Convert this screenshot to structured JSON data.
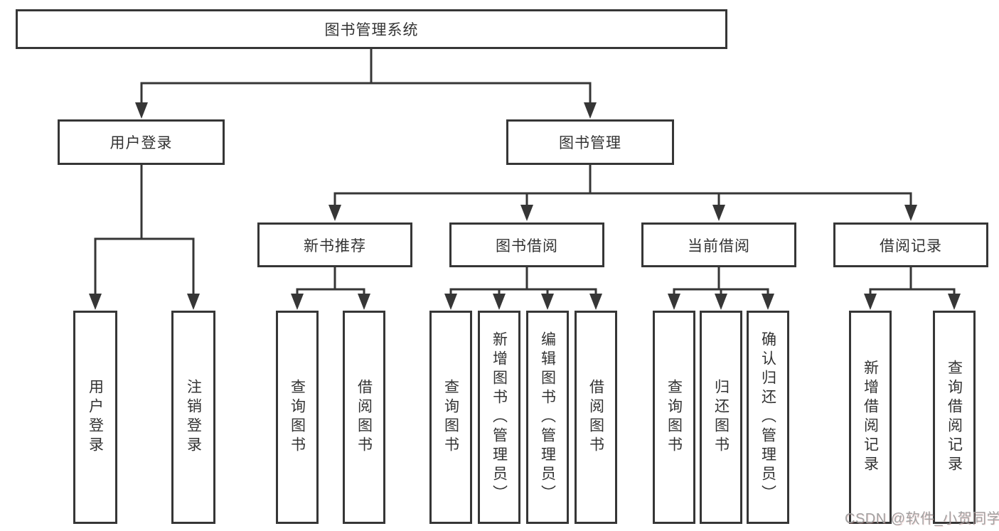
{
  "diagram": {
    "root": {
      "label": "图书管理系统"
    },
    "branches": [
      {
        "label": "用户登录",
        "children": [
          {
            "label": "用户登录"
          },
          {
            "label": "注销登录"
          }
        ]
      },
      {
        "label": "图书管理",
        "groups": [
          {
            "label": "新书推荐",
            "children": [
              {
                "label": "查询图书"
              },
              {
                "label": "借阅图书"
              }
            ]
          },
          {
            "label": "图书借阅",
            "children": [
              {
                "label": "查询图书"
              },
              {
                "label": "新增图书（管理员）"
              },
              {
                "label": "编辑图书（管理员）"
              },
              {
                "label": "借阅图书"
              }
            ]
          },
          {
            "label": "当前借阅",
            "children": [
              {
                "label": "查询图书"
              },
              {
                "label": "归还图书"
              },
              {
                "label": "确认归还（管理员）"
              }
            ]
          },
          {
            "label": "借阅记录",
            "children": [
              {
                "label": "新增借阅记录"
              },
              {
                "label": "查询借阅记录"
              }
            ]
          }
        ]
      }
    ]
  },
  "watermark": {
    "text": "CSDN @软件_小贺同学"
  },
  "colors": {
    "line": "#363636",
    "box_border": "#363636",
    "text": "#333333",
    "watermark": "#9c9c9c",
    "background": "#ffffff"
  }
}
